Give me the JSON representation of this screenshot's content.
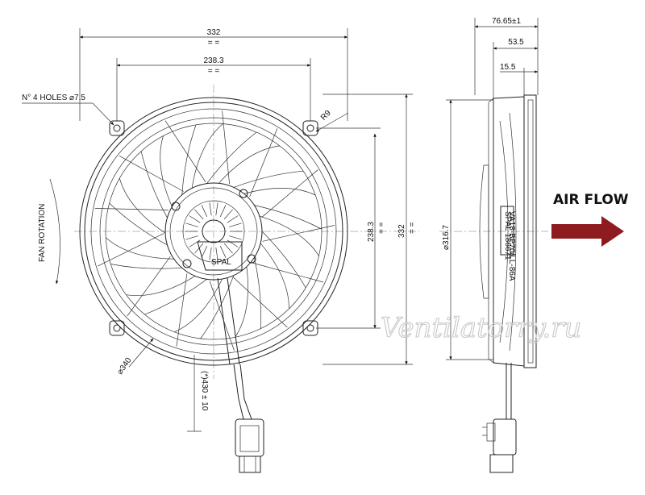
{
  "front_view": {
    "dims": {
      "overall_width": "332",
      "overall_width_note": "= =",
      "hole_spacing": "238.3",
      "hole_spacing_note": "= =",
      "holes": "N° 4 HOLES ⌀7.5",
      "radius": "R9",
      "ring_diameter": "⌀340",
      "cable_length": "(*)430 ± 10",
      "vert_hole_spacing": "238.3",
      "vert_hole_note": "= =",
      "vert_overall": "332",
      "vert_overall_note": "= ="
    },
    "rotation_label": "FAN ROTATION",
    "hub_logo": "SPAL"
  },
  "side_view": {
    "dims": {
      "depth_total": "76.65±1",
      "depth_mid": "53.5",
      "depth_rim": "15.5",
      "body_diameter": "⌀316.7"
    },
    "label_line1": "SPAL 186671",
    "label_line2": "VA18-BP70/LL-86A"
  },
  "airflow_label": "AIR FLOW",
  "arrow_color": "#8e1b1f",
  "watermark": "Ventilatorry.ru"
}
